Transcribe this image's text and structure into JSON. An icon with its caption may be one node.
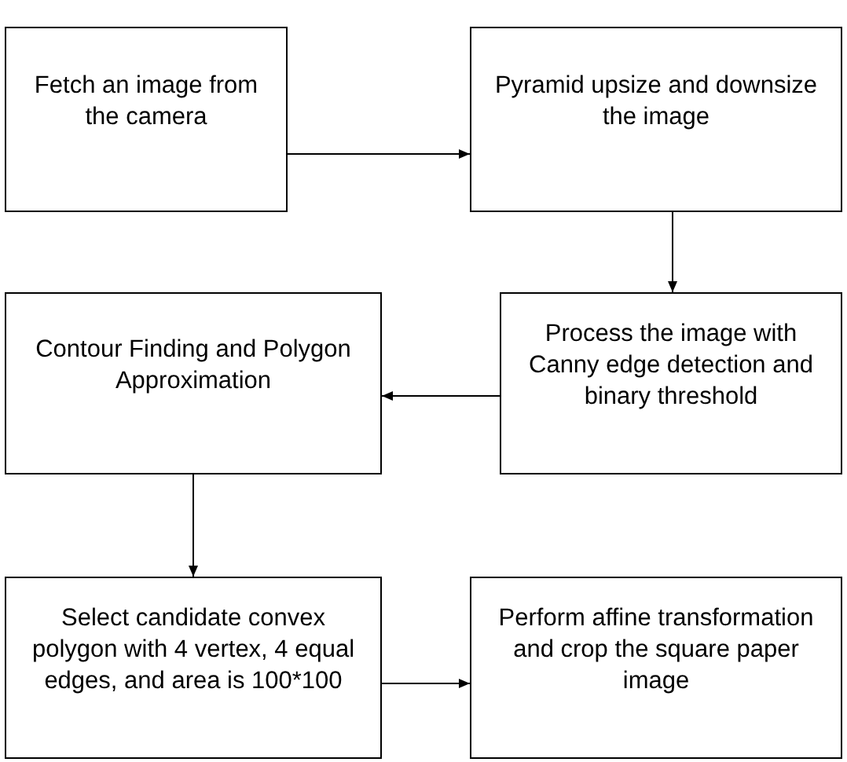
{
  "diagram": {
    "nodes": [
      {
        "text": [
          "Fetch an image from the camera"
        ]
      },
      {
        "text": [
          "Pyramid upsize and downsize the image"
        ]
      },
      {
        "text": [
          "Contour Finding and Polygon Approximation"
        ]
      },
      {
        "text": [
          "Process the image with Canny edge detection and binary threshold"
        ]
      },
      {
        "text": [
          "Select candidate convex polygon with 4 vertex, 4 equal edges, and area is 100*100"
        ]
      },
      {
        "text": [
          "Perform affine transformation and crop the square paper image"
        ]
      }
    ],
    "edges": [
      {
        "from": 0,
        "to": 1,
        "arrow": "to"
      },
      {
        "from": 1,
        "to": 3,
        "arrow": "to"
      },
      {
        "from": 3,
        "to": 2,
        "arrow": "to"
      },
      {
        "from": 2,
        "to": 4,
        "arrow": "to"
      },
      {
        "from": 4,
        "to": 5,
        "arrow": "to"
      }
    ]
  }
}
